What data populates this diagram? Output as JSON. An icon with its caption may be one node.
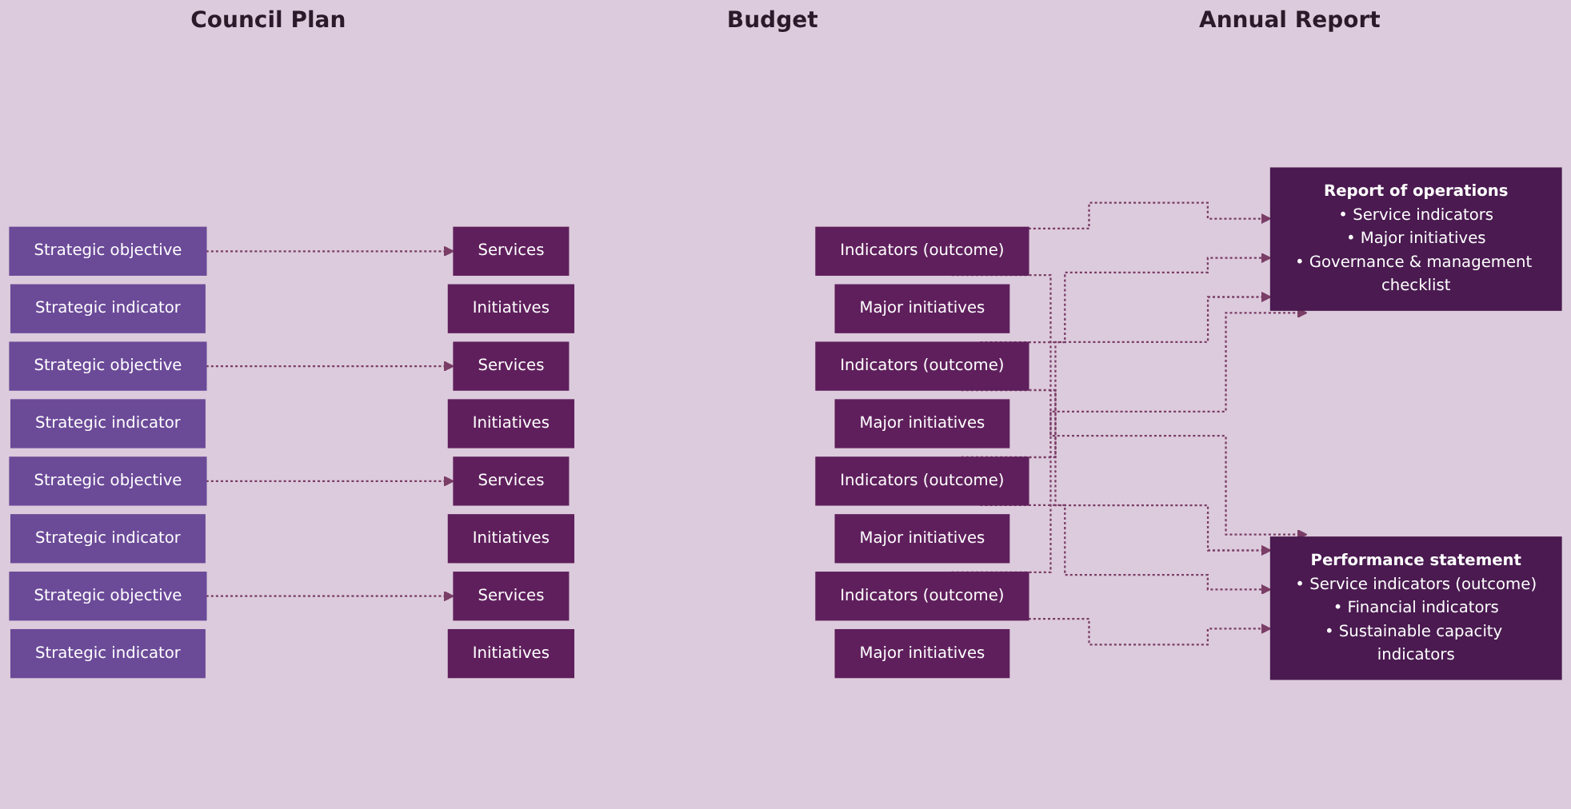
{
  "diagram": {
    "nodes": [
      {
        "text": [
          "Strategic objective"
        ]
      },
      {
        "text": [
          "Services"
        ]
      },
      {
        "text": [
          "Indicators (outcome)"
        ]
      },
      {
        "text": [
          "Strategic indicator"
        ]
      },
      {
        "text": [
          "Initiatives"
        ]
      },
      {
        "text": [
          "Major initiatives"
        ]
      },
      {
        "text": [
          "Strategic objective"
        ]
      },
      {
        "text": [
          "Services"
        ]
      },
      {
        "text": [
          "Indicators (outcome)"
        ]
      },
      {
        "text": [
          "Strategic indicator"
        ]
      },
      {
        "text": [
          "Initiatives"
        ]
      },
      {
        "text": [
          "Major initiatives"
        ]
      },
      {
        "text": [
          "Strategic objective"
        ]
      },
      {
        "text": [
          "Services"
        ]
      },
      {
        "text": [
          "Indicators (outcome)"
        ]
      },
      {
        "text": [
          "Strategic indicator"
        ]
      },
      {
        "text": [
          "Initiatives"
        ]
      },
      {
        "text": [
          "Major initiatives"
        ]
      },
      {
        "text": [
          "Strategic objective"
        ]
      },
      {
        "text": [
          "Services"
        ]
      },
      {
        "text": [
          "Indicators (outcome)"
        ]
      },
      {
        "text": [
          "Strategic indicator"
        ]
      },
      {
        "text": [
          "Initiatives"
        ]
      },
      {
        "text": [
          "Major initiatives"
        ]
      },
      {
        "text": [
          "Report of operations",
          "• Service indicators",
          "• Major initiatives",
          "• Governance & management checklist"
        ]
      },
      {
        "text": [
          "Performance statement",
          "• Service indicators (outcome)",
          "• Financial indicators",
          "• Sustainable capacity indicators"
        ]
      }
    ],
    "edges": [
      {
        "from": 0,
        "to": 1,
        "arrow": "to",
        "style": "dashed"
      },
      {
        "from": 6,
        "to": 7,
        "arrow": "to",
        "style": "dashed"
      },
      {
        "from": 12,
        "to": 13,
        "arrow": "to",
        "style": "dashed"
      },
      {
        "from": 18,
        "to": 19,
        "arrow": "to",
        "style": "dashed"
      },
      {
        "from": 2,
        "to": 24,
        "arrow": "to",
        "style": "dashed"
      },
      {
        "from": 2,
        "to": 25,
        "arrow": "to",
        "style": "dashed"
      },
      {
        "from": 8,
        "to": 24,
        "arrow": "to",
        "style": "dashed"
      },
      {
        "from": 8,
        "to": 25,
        "arrow": "to",
        "style": "dashed"
      },
      {
        "from": 14,
        "to": 24,
        "arrow": "to",
        "style": "dashed"
      },
      {
        "from": 14,
        "to": 25,
        "arrow": "to",
        "style": "dashed"
      },
      {
        "from": 20,
        "to": 24,
        "arrow": "to",
        "style": "dashed"
      },
      {
        "from": 20,
        "to": 25,
        "arrow": "to",
        "style": "dashed"
      }
    ],
    "labels": [
      "Council Plan",
      "Budget",
      "Annual Report"
    ]
  }
}
